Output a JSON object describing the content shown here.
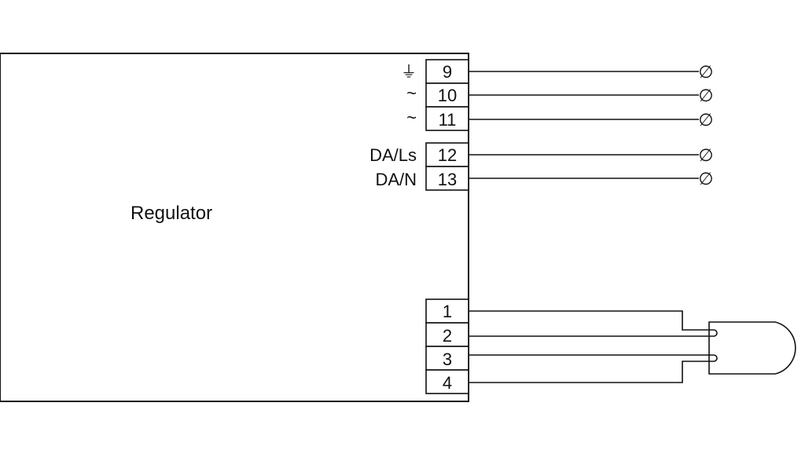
{
  "regulator": {
    "label": "Regulator"
  },
  "terminals": [
    {
      "number": "9",
      "symbol": "⏚"
    },
    {
      "number": "10",
      "symbol": "~"
    },
    {
      "number": "11",
      "symbol": "~"
    },
    {
      "number": "12",
      "symbol": "DA/Ls"
    },
    {
      "number": "13",
      "symbol": "DA/N"
    },
    {
      "number": "1",
      "symbol": ""
    },
    {
      "number": "2",
      "symbol": ""
    },
    {
      "number": "3",
      "symbol": ""
    },
    {
      "number": "4",
      "symbol": ""
    }
  ],
  "connector_symbol": "∅"
}
